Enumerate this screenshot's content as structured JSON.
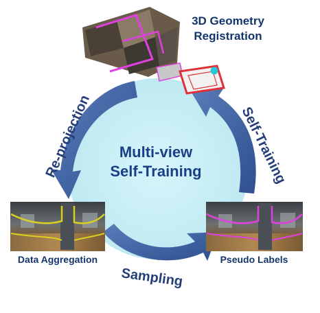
{
  "nodes": {
    "geometry": {
      "line1": "3D Geometry",
      "line2": "Registration"
    },
    "aggregation": {
      "label": "Data Aggregation"
    },
    "pseudo": {
      "label": "Pseudo Labels"
    }
  },
  "center": {
    "line1": "Multi-view",
    "line2": "Self-Training"
  },
  "arrows": {
    "left": "Re-projection",
    "right": "Self-Training",
    "bottom": "Sampling"
  },
  "colors": {
    "circle_fill": "#c9eff6",
    "arrow": "#3d5fa0",
    "text_dark": "#14356b",
    "center_text": "#1b3f86",
    "highlight_magenta": "#e040e0",
    "highlight_yellow": "#d8d020",
    "highlight_red": "#e0303a"
  }
}
